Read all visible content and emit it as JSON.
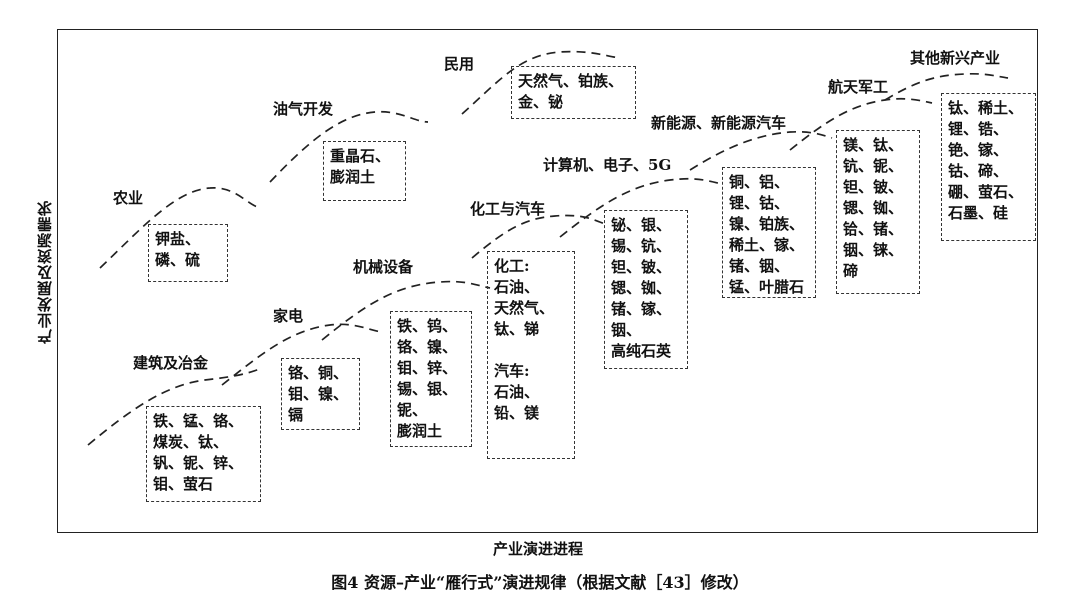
{
  "axes": {
    "y_label": "产业发展及资源需求",
    "x_label": "产业演进进程"
  },
  "caption": "图4  资源–产业“雁行式”演进规律（根据文献［43］修改）",
  "stages": [
    {
      "id": "agriculture",
      "label": "农业",
      "resources": [
        "钾盐、",
        "磷、硫"
      ]
    },
    {
      "id": "oil-gas",
      "label": "油气开发",
      "resources": [
        "重晶石、",
        "膨润土"
      ]
    },
    {
      "id": "civil",
      "label": "民用",
      "resources": [
        "天然气、铂族、",
        "金、铋"
      ]
    },
    {
      "id": "construction-metallurgy",
      "label": "建筑及冶金",
      "resources": [
        "铁、锰、铬、",
        "煤炭、钛、",
        "钒、铌、锌、",
        "钼、萤石"
      ]
    },
    {
      "id": "home-appliances",
      "label": "家电",
      "resources": [
        "铬、铜、",
        "钼、镍、",
        "镉"
      ]
    },
    {
      "id": "machinery",
      "label": "机械设备",
      "resources": [
        "铁、钨、",
        "铬、镍、",
        "钼、锌、",
        "锡、银、",
        "铌、",
        "膨润土"
      ]
    },
    {
      "id": "chemical-auto",
      "label": "化工与汽车",
      "resources_chem": [
        "化工:",
        "石油、",
        "天然气、",
        "钛、锑"
      ],
      "resources_auto": [
        "汽车:",
        "石油、",
        "铅、镁"
      ]
    },
    {
      "id": "computer-electronics-5g",
      "label": "计算机、电子、5G",
      "resources": [
        "铋、银、",
        "锡、钪、",
        "钽、铍、",
        "锶、铷、",
        "锗、镓、",
        "铟、",
        "高纯石英"
      ]
    },
    {
      "id": "new-energy",
      "label": "新能源、新能源汽车",
      "resources": [
        "铜、铝、",
        "锂、钴、",
        "镍、铂族、",
        "稀土、镓、",
        "锗、铟、",
        "锰、叶腊石"
      ]
    },
    {
      "id": "aerospace-military",
      "label": "航天军工",
      "resources": [
        "镁、钛、",
        "钪、铌、",
        "钽、铍、",
        "锶、铷、",
        "铪、锗、",
        "铟、铼、",
        "碲"
      ]
    },
    {
      "id": "other-emerging",
      "label": "其他新兴产业",
      "resources": [
        "钛、稀土、",
        "锂、锆、",
        "铯、镓、",
        "钴、碲、",
        "硼、萤石、",
        "石墨、硅"
      ]
    }
  ]
}
